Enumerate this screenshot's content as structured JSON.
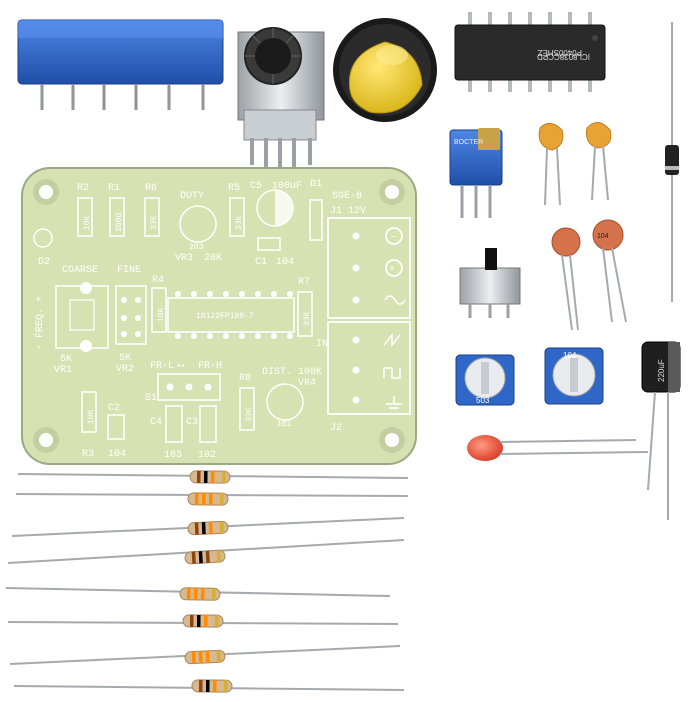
{
  "pcb": {
    "labels": {
      "r2": "R2",
      "r1": "R1",
      "r6": "R6",
      "duty": "DUTY",
      "r5": "R5",
      "c5": "C5",
      "c5_value": "100uF",
      "d1": "D1",
      "sge": "SGE-8",
      "j1": "J1 12V",
      "d2": "D2",
      "coarse": "COARSE",
      "fine": "FINE",
      "r4": "R4",
      "r7": "R7",
      "freq": "- FREQ. +",
      "vr1_value": "5K",
      "vr1": "VR1",
      "vr2_value": "5K",
      "vr2": "VR2",
      "vr3": "VR3",
      "vr3_value": "20K",
      "vr3_code": "203",
      "c1": "C1",
      "c1_value": "104",
      "chip_silk": "18122FP198-7",
      "in": "IN",
      "frl": "FR-L",
      "frh": "FR-H",
      "r8": "R8",
      "dist": "DIST. 100K",
      "vr4": "VR4",
      "vr4_code": "101",
      "s1": "S1",
      "c2": "C2",
      "c2_value": "104",
      "r3": "R3",
      "c4": "C4",
      "c3": "C3",
      "c4_value": "103",
      "c3_value": "102",
      "j2": "J2",
      "r1_value": "200Ω",
      "r2_value": "10K",
      "r6_value": "33K",
      "r5_value": "33K",
      "r4_value": "10K",
      "r7_value": "33K",
      "r3_value": "10K",
      "r8_value": "33K"
    }
  },
  "parts": {
    "ic_line1": "ICL8038CCPD",
    "ic_line2": "P0400SHEZ",
    "trimmer_blue_top": "BOCTER",
    "cap_ceramic": "104",
    "trimmer_round_1": "503",
    "trimmer_round_2": "104",
    "electrolytic": "220uF"
  },
  "colors": {
    "pcb": "#d7e2b3",
    "pcb_edge": "#9aa983",
    "silk": "#ffffff",
    "blue_part": "#2f67c9",
    "yellow_knob": "#f2d33a",
    "ceramic_cap": "#e29a2f",
    "red_cap": "#d4734b",
    "led": "#e8452d",
    "resistor_body": "#d8b88f"
  }
}
